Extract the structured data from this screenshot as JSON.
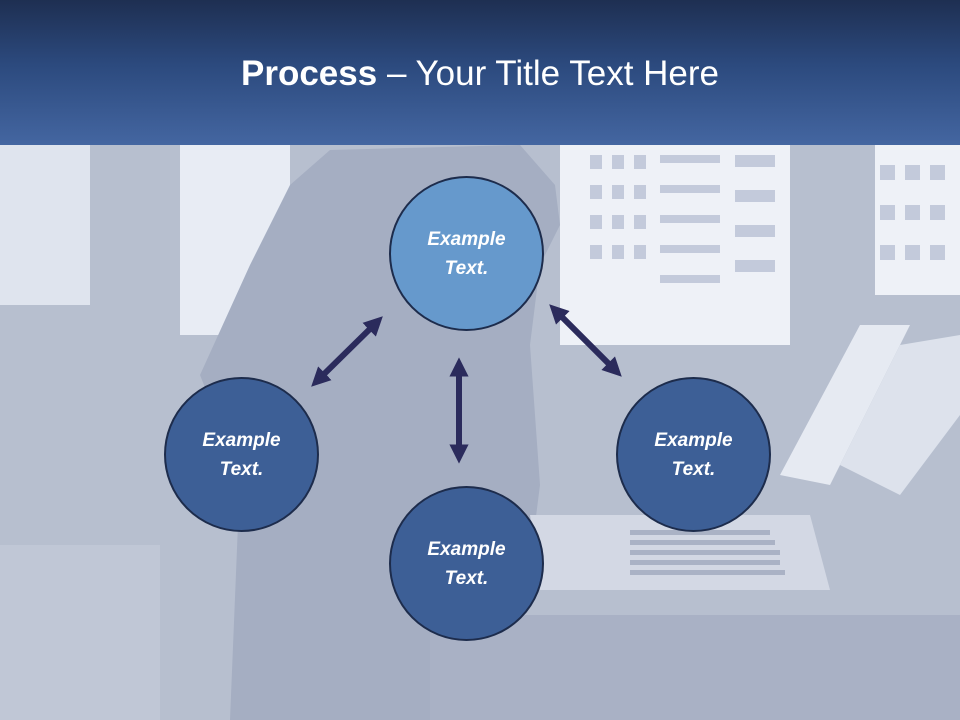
{
  "header": {
    "title_bold": "Process",
    "title_rest": " – Your Title Text Here"
  },
  "nodes": [
    {
      "line1": "Example",
      "line2": "Text."
    },
    {
      "line1": "Example",
      "line2": "Text."
    },
    {
      "line1": "Example",
      "line2": "Text."
    },
    {
      "line1": "Example",
      "line2": "Text."
    }
  ],
  "colors": {
    "header_dark": "#1e2f52",
    "header_light": "#4466a1",
    "node_top": "#6699cc",
    "node_side": "#3d5f96",
    "arrow": "#2b2b5c"
  }
}
